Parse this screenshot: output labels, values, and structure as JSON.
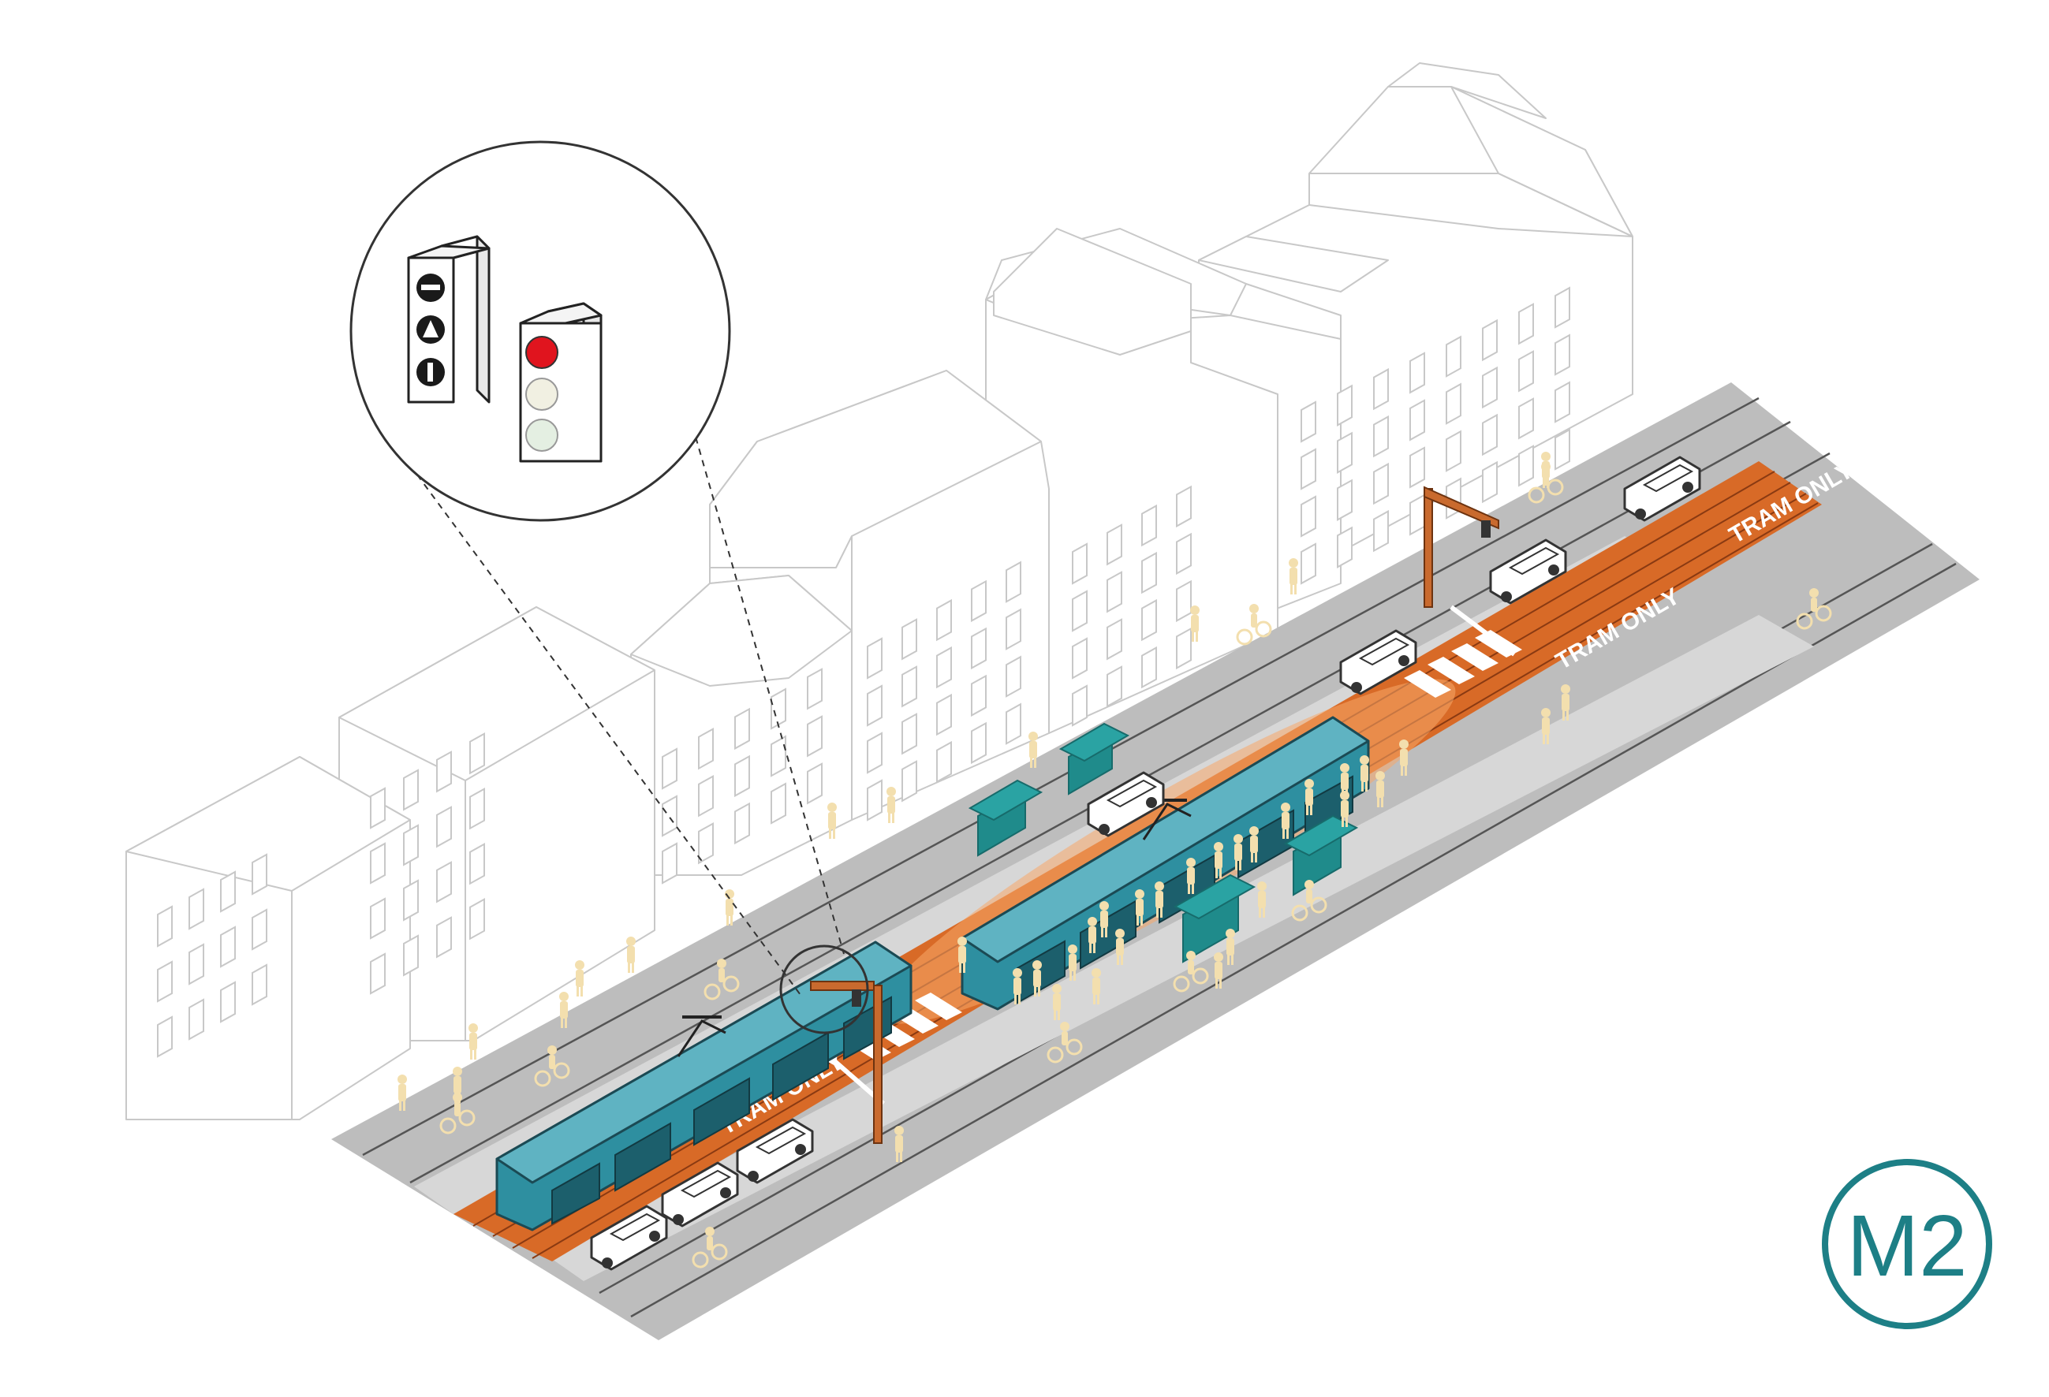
{
  "diagram": {
    "road_markings": [
      {
        "id": "lane-text-front",
        "text": "TRAM ONLY"
      },
      {
        "id": "lane-text-middle",
        "text": "TRAM ONLY"
      },
      {
        "id": "lane-text-back",
        "text": "TRAM ONLY"
      }
    ],
    "badge": {
      "label": "M2",
      "color": "#1d7f86"
    },
    "colors": {
      "tram_lane": "#d86a27",
      "tram": "#2e8fa0",
      "shelter": "#2aa3a3",
      "pedestrian": "#f3dfae",
      "signal_pole": "#c96a2e"
    },
    "signals": {
      "tram_signal": {
        "lamps": [
          "bar-horizontal",
          "triangle",
          "bar-vertical"
        ],
        "body_color": "#ffffff",
        "lamp_color": "#1a1a1a"
      },
      "traffic_light": {
        "lamps": [
          "red",
          "off",
          "off"
        ],
        "lamp_colors": [
          "#e0141e",
          "#f1f0e2",
          "#e4efe2"
        ]
      }
    }
  }
}
